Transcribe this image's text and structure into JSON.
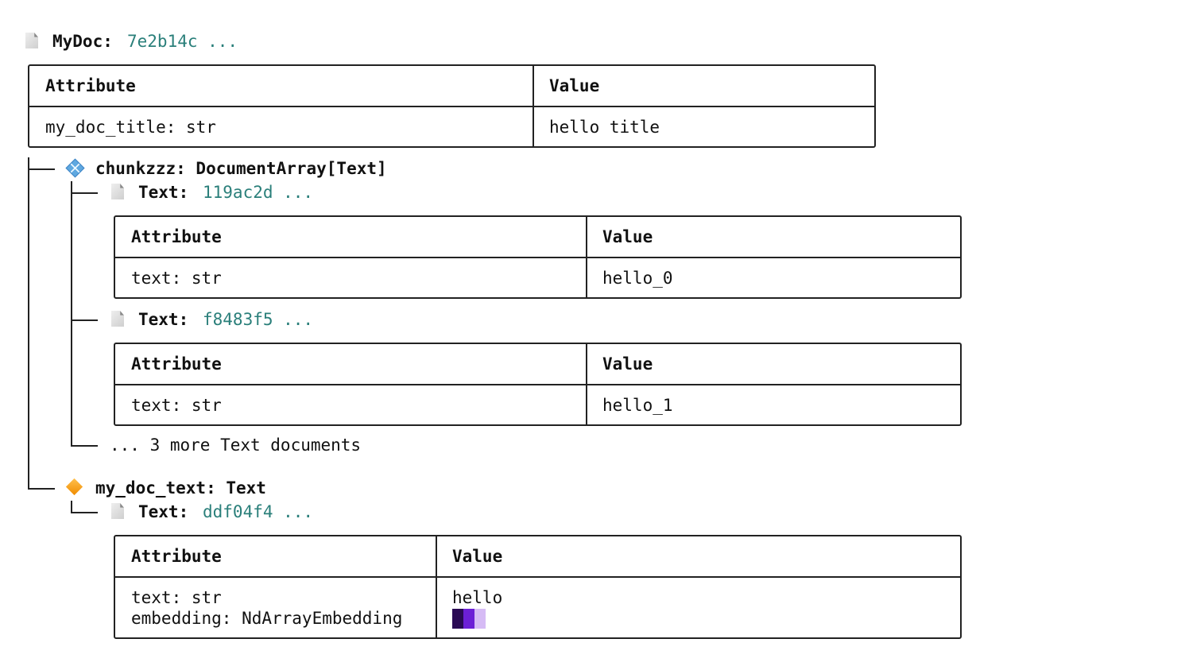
{
  "root": {
    "name": "MyDoc:",
    "hash": "7e2b14c ...",
    "table": {
      "headers": [
        "Attribute",
        "Value"
      ],
      "rows": [
        [
          "my_doc_title: str",
          "hello title"
        ]
      ]
    }
  },
  "chunks": {
    "label": "chunkzzz: DocumentArray[Text]",
    "items": [
      {
        "name": "Text:",
        "hash": "119ac2d ...",
        "table": {
          "headers": [
            "Attribute",
            "Value"
          ],
          "rows": [
            [
              "text: str",
              "hello_0"
            ]
          ]
        }
      },
      {
        "name": "Text:",
        "hash": "f8483f5 ...",
        "table": {
          "headers": [
            "Attribute",
            "Value"
          ],
          "rows": [
            [
              "text: str",
              "hello_1"
            ]
          ]
        }
      }
    ],
    "more": "... 3 more Text documents"
  },
  "my_doc_text": {
    "label": "my_doc_text: Text",
    "item": {
      "name": "Text:",
      "hash": "ddf04f4 ...",
      "table": {
        "headers": [
          "Attribute",
          "Value"
        ],
        "attr_lines": [
          "text: str",
          "embedding: NdArrayEmbedding"
        ],
        "value_text": "hello",
        "embedding_colors": [
          "#2a0a55",
          "#6c1fd6",
          "#d6bbf5"
        ]
      }
    }
  },
  "icons": {
    "document": "document-icon",
    "array": "diamond-array-icon",
    "field": "orange-diamond-icon"
  }
}
